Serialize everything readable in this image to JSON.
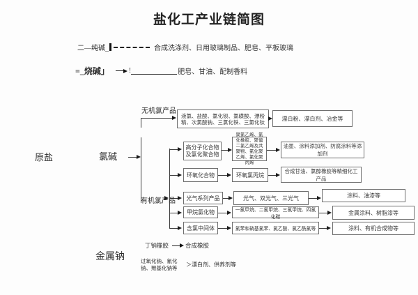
{
  "title": "盐化工产业链简图",
  "legend": {
    "soda_ash": {
      "label": "二—纯碱_",
      "products": "合成洗涤剂、日用玻璃制品、肥皂、平板玻璃"
    },
    "caustic_soda": {
      "label": "=_烧碱」",
      "excl": "!",
      "products": "肥皂、甘油、配制香料"
    }
  },
  "left_labels": {
    "raw_salt": "原盐",
    "chlor_alkali": "氯碱",
    "sodium_metal": "金属钠"
  },
  "inorganic": {
    "label": "无机氯产品",
    "products_box": "液氯、盐酸、氯化钡、氯磺酸、漂粉精、次氯酸钠、三氯化铁、三氯化钛",
    "uses_box": "漂白粉、漂白剂、冶金等"
  },
  "organic": {
    "label": "有机氯产品",
    "rows": [
      {
        "category": "高分子化合物及氯化聚合物",
        "intermediate": "聚氯乙烯、氯化橡胶、聚偏二氯乙烯及共聚物、氯化聚乙烯、氯化聚丙烯",
        "uses": "油墨、涂料添加剂、防腐涂料等添加剂"
      },
      {
        "category": "环氧化合物",
        "intermediate": "环氧氯丙烷",
        "uses": "合成甘油、氯醇橡胶等精细化工产品"
      },
      {
        "category": "光气系列产品",
        "intermediate": "光气、双光气、三光气",
        "uses": "涂料、油漆等"
      },
      {
        "category": "甲烷氯化物",
        "intermediate": "一氯甲烷、二氯甲烷、三氯甲烷、四氯化碳",
        "uses": "金属涂料、树脂漆等"
      },
      {
        "category": "含氯中间体",
        "intermediate": "氯苯和硝基氯苯、氯乙酸、氯乙酰氯等",
        "uses": "涂料、有机合成物等"
      }
    ]
  },
  "rubber": {
    "source": "丁钠橡胶",
    "target": "合成橡胶"
  },
  "sodium": {
    "products": "过氧化钠、氰化钠、羰基化钠等",
    "uses": "＞漂白剂、供养剂等"
  },
  "colors": {
    "ink": "#2e2e2e",
    "line": "#3c3c3c",
    "box_border": "#6e6e6e",
    "background": "#fdfdfd"
  }
}
